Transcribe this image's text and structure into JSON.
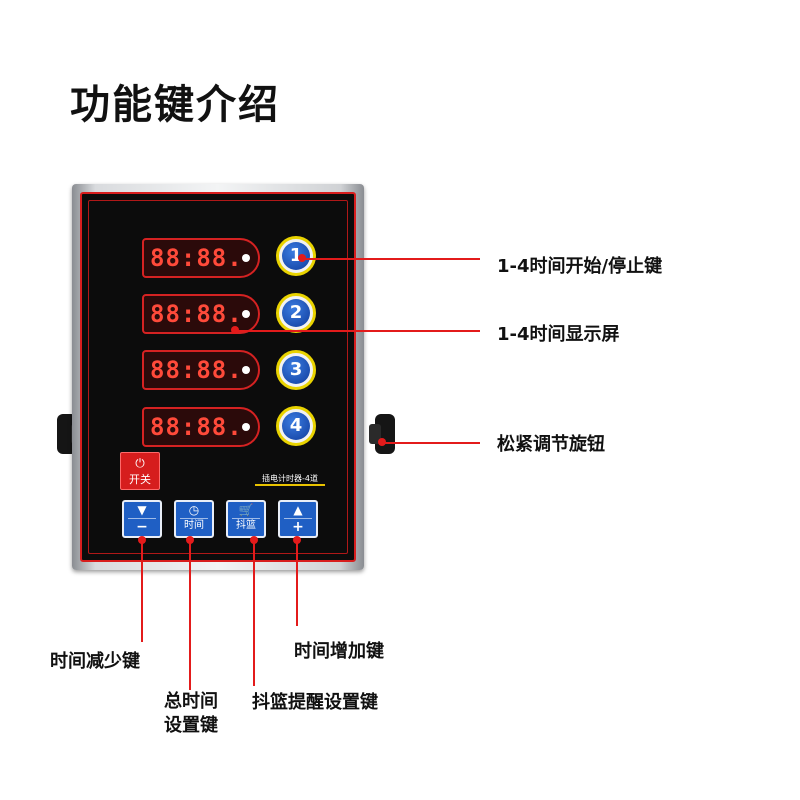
{
  "title": "功能键介绍",
  "device": {
    "channels": [
      {
        "display": "88:88.",
        "button": "1"
      },
      {
        "display": "88:88.",
        "button": "2"
      },
      {
        "display": "88:88.",
        "button": "3"
      },
      {
        "display": "88:88.",
        "button": "4"
      }
    ],
    "power_icon": "⏻",
    "power_label": "开关",
    "model_label": "插电计时器-4道",
    "buttons": {
      "minus": {
        "top": "▼",
        "bottom": "−"
      },
      "time": {
        "top": "◷",
        "label": "时间"
      },
      "shake": {
        "top": "🛒",
        "label": "抖篮"
      },
      "plus": {
        "top": "▲",
        "bottom": "+"
      }
    }
  },
  "annotations": {
    "start_stop": "1-4时间开始/停止键",
    "display": "1-4时间显示屏",
    "knob": "松紧调节旋钮",
    "decrease": "时间减少键",
    "total_time_line1": "总时间",
    "total_time_line2": "设置键",
    "shake_reminder": "抖篮提醒设置键",
    "increase": "时间增加键"
  },
  "colors": {
    "accent_red": "#e31b1b",
    "panel_black": "#0c0c0c",
    "button_blue": "#1f5fc4",
    "ring_yellow": "#e9d300"
  }
}
